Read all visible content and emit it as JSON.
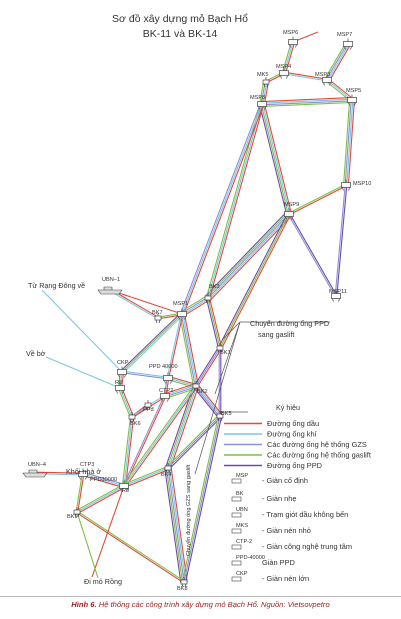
{
  "title_line1": "Sơ đồ xây dựng mỏ Bạch Hổ",
  "title_line2": "BK-11 và BK-14",
  "caption_fig": "Hình 6.",
  "caption_text": "Hệ thống các công trình xây dựng mỏ Bạch Hổ. Nguồn: Vietsovpetro",
  "colors": {
    "oil": "#e14b3b",
    "gas": "#7fc5e8",
    "gzs": "#8c8fd0",
    "gaslift": "#7cc142",
    "ppd": "#6e4ab0",
    "line": "#555555"
  },
  "stations": {
    "msp6": "MSP6",
    "msp7": "MSP7",
    "msp4": "MSP4",
    "mk5": "MK5",
    "msp3": "MSP3",
    "msp8": "MSP8",
    "msp5": "MSP5",
    "msp10": "MSP10",
    "msp9": "MSP9",
    "msp11": "MSP11",
    "ubn1": "UBN–1",
    "bk3": "BK3",
    "bk7": "BK7",
    "msp1": "MSP1",
    "bk1": "BK1",
    "ckp": "CKP",
    "ppd": "PPD 40000",
    "ctp2": "CTP2",
    "bk2": "BK2",
    "bk5": "BK5",
    "r8": "R8",
    "bk6": "BK6",
    "ppd_small": "PPđ",
    "bk4": "BK4",
    "ubn4": "UBN–4",
    "ctp3": "CTP3",
    "r9": "R9",
    "pfd30000": "PPD30000",
    "khoi": "Khối nhà ở",
    "bk9": "BK9",
    "bk8": "BK8"
  },
  "labels": {
    "tu_rang_dong": "Từ Rạng Đông về",
    "ve_bo": "Về bờ",
    "chuyen_1": "Chuyển đường ống PPD",
    "chuyen_2": "sang gaslift",
    "di_mo_rong": "Đi mỏ Rồng",
    "vertical": "Chuyển đường ống GZS sang gaslift"
  },
  "legend": {
    "heading": "Ký hiệu",
    "lines": [
      {
        "label": "Đường ống dầu",
        "color": "#e14b3b"
      },
      {
        "label": "Đường ống khí",
        "color": "#7fc5e8"
      },
      {
        "label": "Các đường ống hệ thống GZS",
        "color": "#8c8fd0"
      },
      {
        "label": "Các đường ống hệ thống gaslift",
        "color": "#7cc142"
      },
      {
        "label": "Đường ống PPD",
        "color": "#6e4ab0"
      }
    ],
    "symbols": [
      {
        "code": "MSP",
        "label": "- Giàn cố định"
      },
      {
        "code": "BK",
        "label": "- Giàn nhẹ"
      },
      {
        "code": "UBN",
        "label": "- Trạm giót dầu không bến"
      },
      {
        "code": "MKS",
        "label": "- Giàn nén nhỏ"
      },
      {
        "code": "CTP-2",
        "label": "- Giàn công nghệ trung tâm"
      },
      {
        "code": "PPD-40000",
        "label": "Giàn PPD"
      },
      {
        "code": "CKP",
        "label": "- Giàn nén lớn"
      }
    ]
  }
}
